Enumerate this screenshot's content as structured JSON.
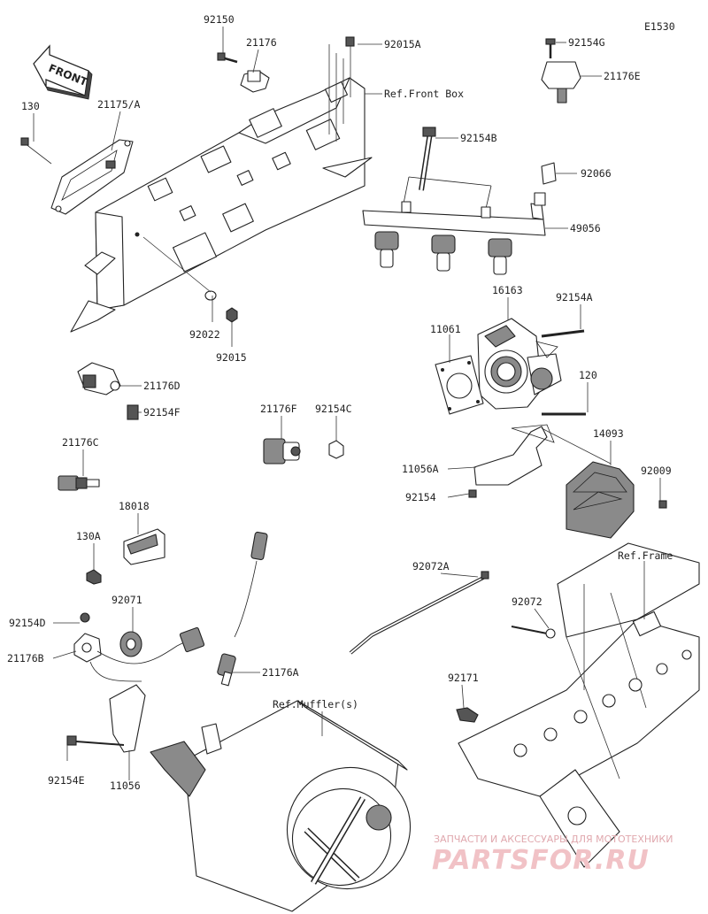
{
  "diagram_code": "E1530",
  "front_label": "FRONT",
  "labels": {
    "p92150": "92150",
    "p21176": "21176",
    "p92015A": "92015A",
    "ref_front_box": "Ref.Front Box",
    "p130": "130",
    "p21175A": "21175/A",
    "p92154G": "92154G",
    "p21176E": "21176E",
    "p92154B": "92154B",
    "p92066": "92066",
    "p49056": "49056",
    "p16163": "16163",
    "p92154A": "92154A",
    "p92022": "92022",
    "p92015": "92015",
    "p11061": "11061",
    "p120": "120",
    "p21176D": "21176D",
    "p92154F": "92154F",
    "p21176F": "21176F",
    "p92154C": "92154C",
    "p14093": "14093",
    "p21176C": "21176C",
    "p11056A": "11056A",
    "p92009": "92009",
    "p92154": "92154",
    "p18018": "18018",
    "p130A": "130A",
    "p92072A": "92072A",
    "ref_frame": "Ref.Frame",
    "p92071": "92071",
    "p92072": "92072",
    "p92154D": "92154D",
    "p21176B": "21176B",
    "p21176A": "21176A",
    "p92171": "92171",
    "ref_muffler": "Ref.Muffler(s)",
    "p92154E": "92154E",
    "p11056": "11056"
  },
  "watermark": {
    "line1": "ЗАПЧАСТИ И АКСЕССУАРЫ ДЛЯ МОТОТЕХНИКИ",
    "line2": "PARTSFOR.RU"
  }
}
